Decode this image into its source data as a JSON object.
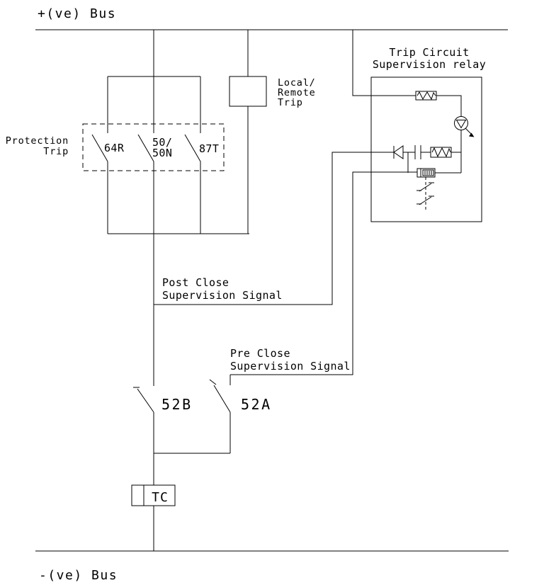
{
  "diagram": {
    "colors": {
      "line": "#000000",
      "background": "#ffffff"
    },
    "labels": {
      "pos_bus": "+(ve) Bus",
      "neg_bus": "-(ve) Bus",
      "protection_line1": "Protection",
      "protection_line2": "Trip",
      "sw_64r": "64R",
      "sw_50_line1": "50/",
      "sw_50_line2": "50N",
      "sw_87t": "87T",
      "local_remote_line1": "Local/",
      "local_remote_line2": "Remote",
      "local_remote_line3": "Trip",
      "tcs_title_line1": "Trip Circuit",
      "tcs_title_line2": "Supervision relay",
      "post_close_line1": "Post Close",
      "post_close_line2": "Supervision Signal",
      "pre_close_line1": "Pre Close",
      "pre_close_line2": "Supervision Signal",
      "breaker_52b": "52B",
      "breaker_52a": "52A",
      "trip_coil": "TC"
    }
  }
}
